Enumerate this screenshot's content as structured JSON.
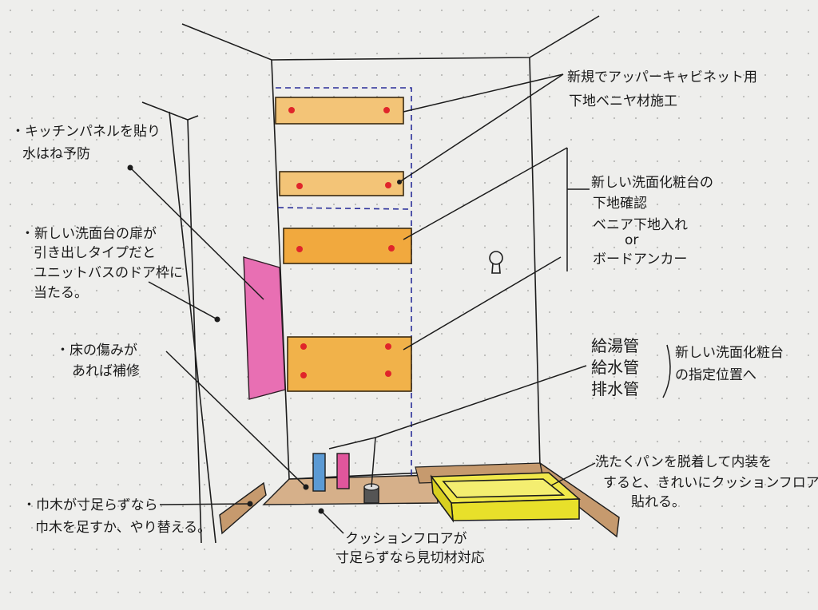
{
  "colors": {
    "paper": "#eeeeec",
    "ink": "#1c1c1c",
    "board_fill": "#f1b24a",
    "screw": "#e0252a",
    "dashed_outline": "#2a2f9a",
    "kitchen_panel": "#e86fb3",
    "floor": "#c69a6e",
    "washing_pan": "#e8e02a",
    "hot_pipe": "#e0569c",
    "cold_pipe": "#5b9ad4"
  },
  "notes": {
    "upper_cabinet": [
      "新規でアッパーキャビネット用",
      "下地ベニヤ材施工"
    ],
    "vanity_base": [
      "新しい洗面化粧台の",
      "下地確認",
      "ベニア下地入れ",
      "or",
      "ボードアンカー"
    ],
    "pipes": [
      "給湯管",
      "給水管",
      "排水管"
    ],
    "pipes_target": [
      "新しい洗面化粧台",
      "の指定位置へ"
    ],
    "washing_pan": [
      "洗たくパンを脱着して内装を",
      "すると、きれいにクッションフロアが",
      "貼れる。"
    ],
    "kitchen_panel": [
      "・キッチンパネルを貼り",
      "水はね予防"
    ],
    "door_conflict": [
      "・新しい洗面台の扉が",
      "引き出しタイプだと",
      "ユニットバスのドア枠に",
      "当たる。"
    ],
    "floor_repair": [
      "・床の傷みが",
      "あれば補修"
    ],
    "baseboard": [
      "・巾木が寸足らずなら",
      "巾木を足すか、やり替える。"
    ],
    "cushion_floor": [
      "クッションフロアが",
      "寸足らずなら見切材対応"
    ]
  }
}
